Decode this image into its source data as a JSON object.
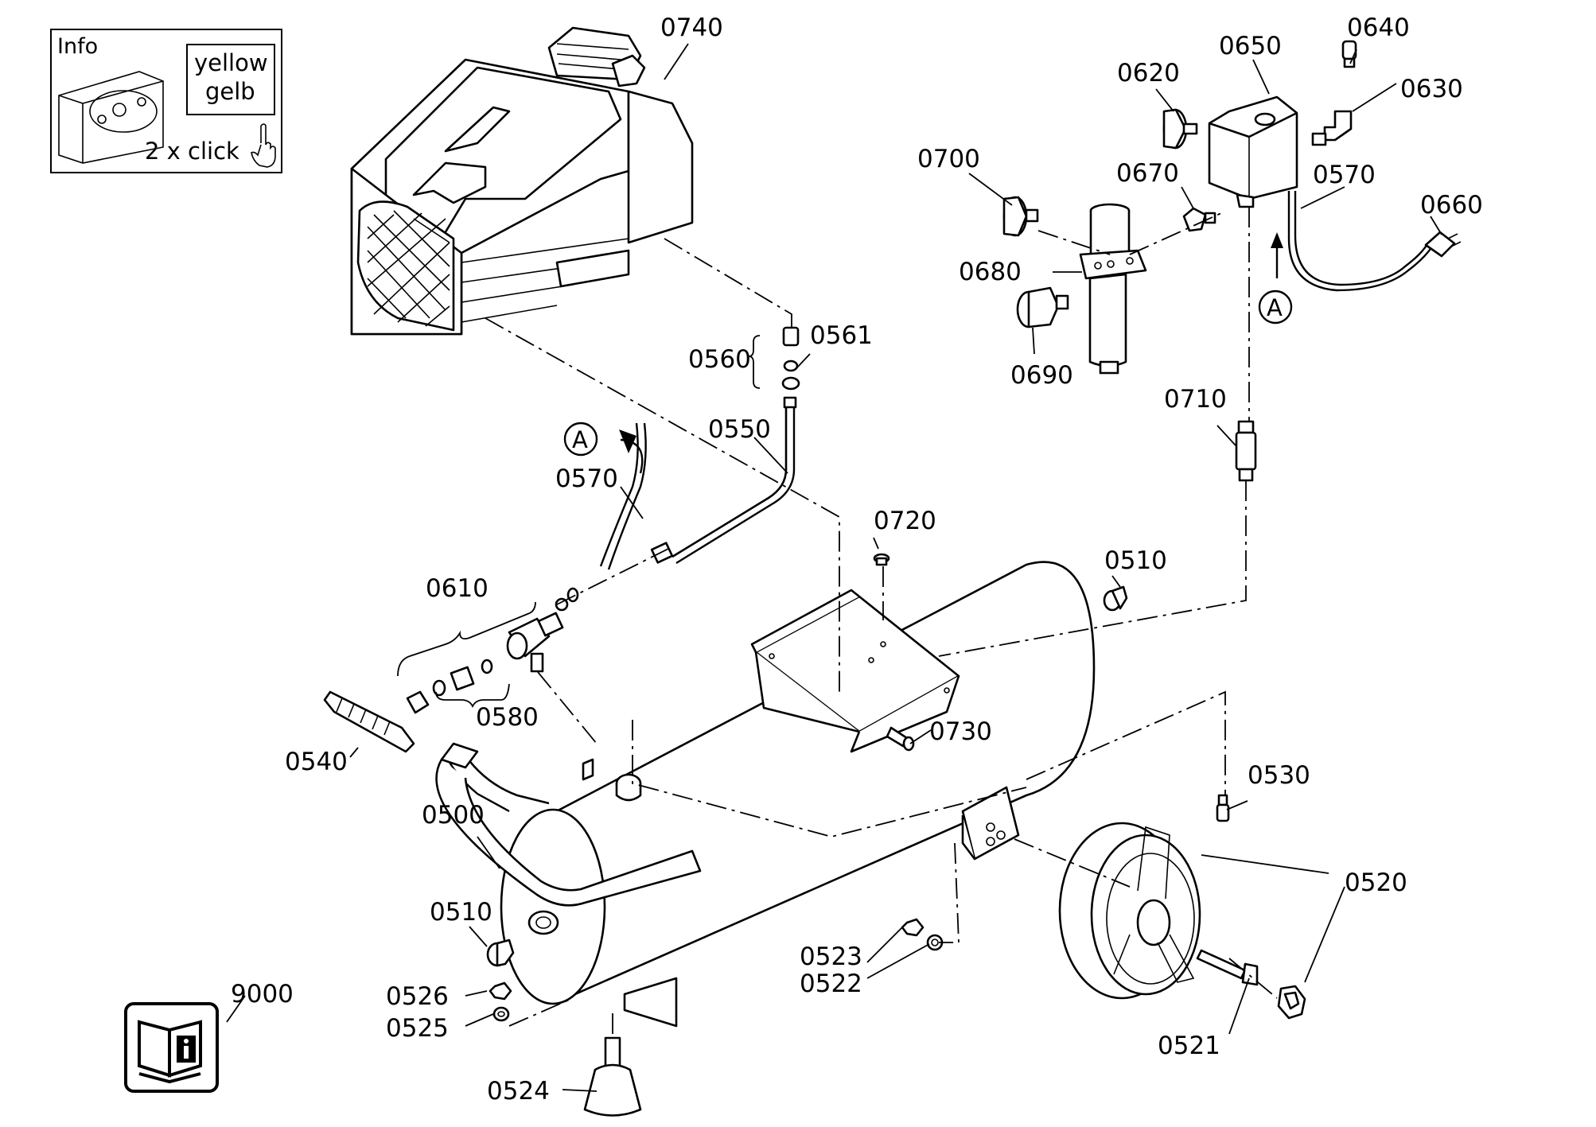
{
  "info_panel": {
    "title": "Info",
    "color_en": "yellow",
    "color_de": "gelb",
    "hint": "2 x click"
  },
  "part_labels": {
    "p0740": "0740",
    "p0640": "0640",
    "p0650": "0650",
    "p0620": "0620",
    "p0630": "0630",
    "p0700": "0700",
    "p0670": "0670",
    "p0570_top": "0570",
    "p0660": "0660",
    "p0680": "0680",
    "p0690": "0690",
    "p0561": "0561",
    "p0560": "0560",
    "p0710": "0710",
    "p0550": "0550",
    "p0570": "0570",
    "p0720": "0720",
    "p0510_top": "0510",
    "p0610": "0610",
    "p0580": "0580",
    "p0730": "0730",
    "p0540": "0540",
    "p0530": "0530",
    "p0500": "0500",
    "p0520": "0520",
    "p0510": "0510",
    "p0523": "0523",
    "p0522": "0522",
    "p0526": "0526",
    "p0525": "0525",
    "p9000": "9000",
    "p0521": "0521",
    "p0524": "0524"
  },
  "connector_marks": {
    "a_top": "A",
    "a_left": "A"
  },
  "icons": [
    "pointing-hand-icon",
    "manual-info-icon",
    "arrow-up-icon",
    "curved-arrow-icon"
  ]
}
